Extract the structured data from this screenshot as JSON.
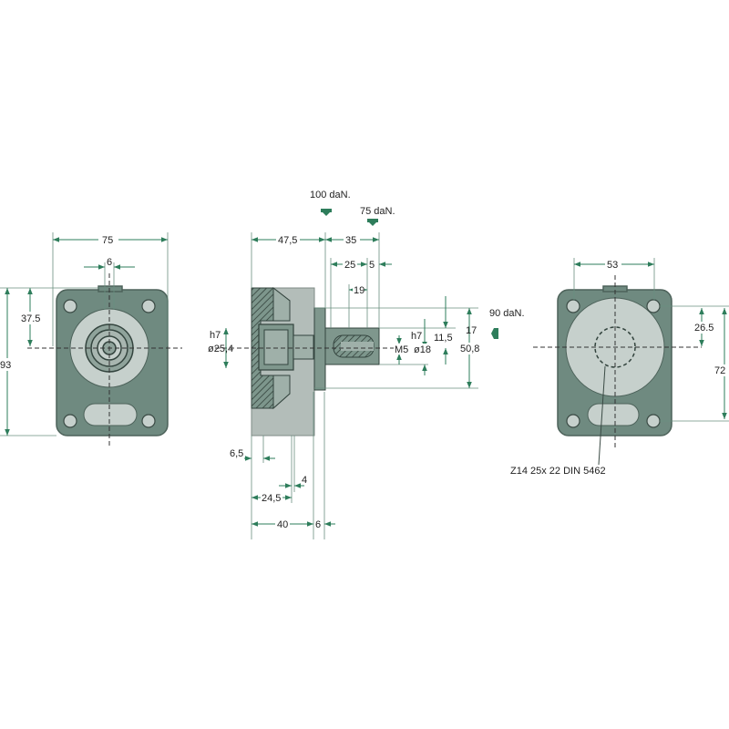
{
  "left_view": {
    "width": "75",
    "key_width": "6",
    "height": "93",
    "center_offset": "37.5"
  },
  "side_view": {
    "flange_length": "47,5",
    "shaft_length": "35",
    "spline_length": "25",
    "end_gap": "5",
    "key_length": "19",
    "pilot_fit": "h7",
    "pilot_diameter": "ø25,4",
    "shaft_fit": "h7",
    "thread": "M5",
    "shaft_diameter": "ø18",
    "key_height": "11,5",
    "offset_17": "17",
    "diameter_50_8": "50,8",
    "bottom_6_5": "6,5",
    "bottom_4": "4",
    "bottom_24_5": "24,5",
    "bottom_40": "40",
    "bottom_6": "6"
  },
  "right_view": {
    "bolt_spacing": "53",
    "top_offset": "26.5",
    "bolt_height": "72",
    "spline_spec": "Z14 25x 22 DIN 5462"
  },
  "loads": {
    "radial_100": "100 daN.",
    "radial_75": "75 daN.",
    "axial_90": "90 daN."
  },
  "colors": {
    "body": "#6f8a80",
    "light": "#c6d0cc",
    "dimension": "#2e7d5b"
  }
}
